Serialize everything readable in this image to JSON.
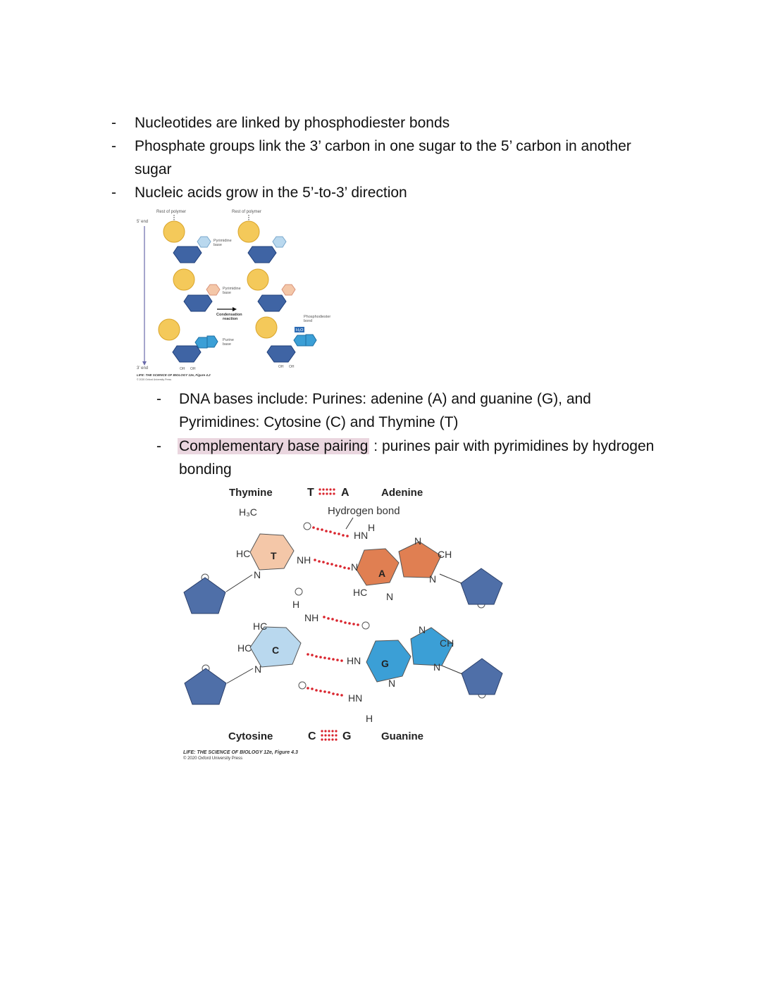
{
  "bullets_top": [
    "Nucleotides are linked by phosphodiester bonds",
    "Phosphate groups link the 3’ carbon in one sugar to the 5’ carbon in another",
    "sugar",
    "Nucleic acids grow in the 5’-to-3’ direction"
  ],
  "bullets_bottom": {
    "b1_line1": "DNA bases include: Purines: adenine (A) and guanine (G), and",
    "b1_line2": "Pyrimidines: Cytosine (C) and Thymine (T)",
    "b2_highlight": "Complementary base pairing",
    "b2_rest": " : purines pair with pyrimidines by hydrogen",
    "b2_line2": "bonding"
  },
  "dash": "-",
  "figure1": {
    "rest_left": "Rest of polymer",
    "rest_right": "Rest of polymer",
    "end5": "5’ end",
    "end3": "3’ end",
    "pyrimidine": "Pyrimidine",
    "base": "base",
    "purine": "Purine",
    "condensation": "Condensation",
    "reaction": "reaction",
    "phosphodiester": "Phosphodiester",
    "bond": "bond",
    "water": "H₂O",
    "oh": "OH",
    "caption1": "LIFE: THE SCIENCE OF BIOLOGY 12e, Figure 4.2",
    "caption2": "© 2020 Oxford University Press"
  },
  "figure2": {
    "thymine": "Thymine",
    "adenine": "Adenine",
    "cytosine": "Cytosine",
    "guanine": "Guanine",
    "ta_t": "T",
    "ta_a": "A",
    "cg_c": "C",
    "cg_g": "G",
    "hbond": "Hydrogen bond",
    "h3c": "H₃C",
    "caption1": "LIFE: THE SCIENCE OF BIOLOGY 12e, Figure 4.3",
    "caption2": "© 2020 Oxford University Press"
  },
  "colors": {
    "sugar": "#3f64a4",
    "phosphate": "#f4c95a",
    "thymine": "#f4c7a8",
    "adenine": "#e07f52",
    "cytosine": "#b9d8ee",
    "guanine": "#3b9fd6",
    "hbond": "#d9232c",
    "highlight": "#ead6df"
  }
}
